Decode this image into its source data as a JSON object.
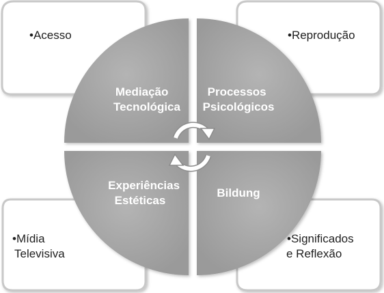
{
  "diagram": {
    "quadrants": [
      {
        "id": "top-left",
        "lines": [
          "Mediação",
          "Tecnológica"
        ]
      },
      {
        "id": "top-right",
        "lines": [
          "Processos",
          "Psicológicos"
        ]
      },
      {
        "id": "bottom-left",
        "lines": [
          "Experiências",
          "Estéticas"
        ]
      },
      {
        "id": "bottom-right",
        "lines": [
          "Bildung"
        ]
      }
    ],
    "boxes": [
      {
        "id": "top-left",
        "lines": [
          "•Acesso"
        ]
      },
      {
        "id": "top-right",
        "lines": [
          "•Reprodução"
        ]
      },
      {
        "id": "bottom-left",
        "lines": [
          "•Mídia",
          "Televisiva"
        ]
      },
      {
        "id": "bottom-right",
        "lines": [
          "•Significados",
          "e Reflexão"
        ]
      }
    ]
  },
  "colors": {
    "circle": "#a8a8a8",
    "box_border": "#c8c8c8",
    "box_fill": "#ffffff",
    "arrow": "#ffffff",
    "arrow_outline": "#8c8c8c"
  }
}
